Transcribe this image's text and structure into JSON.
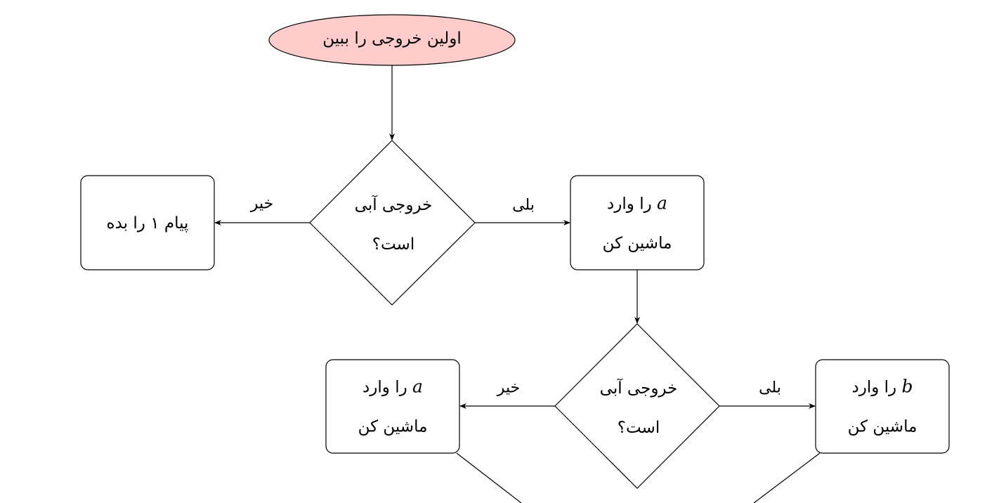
{
  "start": {
    "text": "اولین خروجی را ببین",
    "fill": "#ffcccc"
  },
  "decision1": {
    "line1": "خروجی آبی",
    "line2": "است؟"
  },
  "no1": {
    "label": "خیر",
    "box": "پیام ۱ را بده"
  },
  "yes1": {
    "label": "بلی",
    "var": "a",
    "line1": "را وارد",
    "line2": "ماشین کن"
  },
  "decision2": {
    "line1": "خروجی آبی",
    "line2": "است؟"
  },
  "no2": {
    "label": "خیر",
    "var": "a",
    "line1": "را وارد",
    "line2": "ماشین کن"
  },
  "yes2": {
    "label": "بلی",
    "var": "b",
    "line1": "را وارد",
    "line2": "ماشین کن"
  }
}
